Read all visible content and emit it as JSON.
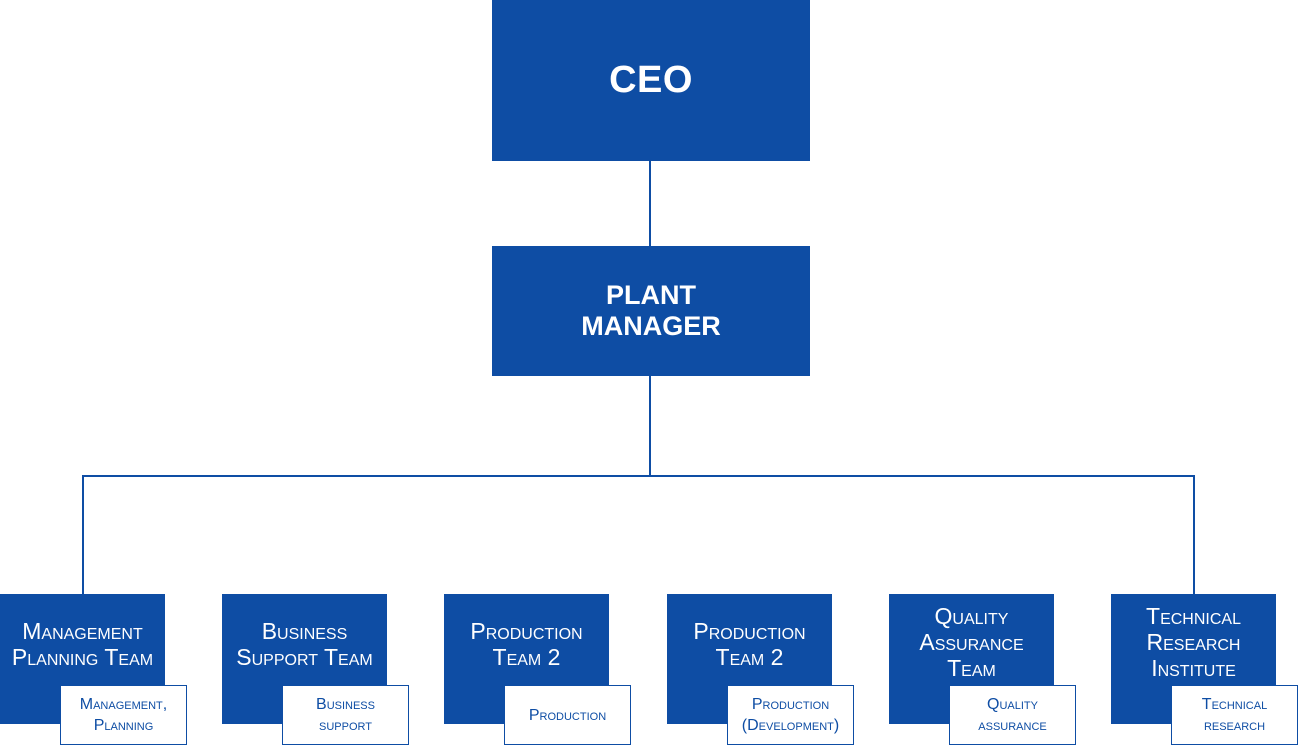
{
  "colors": {
    "primary": "#0e4da4",
    "background": "#ffffff",
    "text_on_primary": "#ffffff"
  },
  "ceo": {
    "title": "CEO"
  },
  "plant_manager": {
    "title": "PLANT\nMANAGER"
  },
  "teams": [
    {
      "title": "Management\nPlanning Team",
      "sub": "Management,\nPlanning"
    },
    {
      "title": "Business\nSupport Team",
      "sub": "Business\nsupport"
    },
    {
      "title": "Production\nTeam 2",
      "sub": "Production"
    },
    {
      "title": "Production\nTeam 2",
      "sub": "Production\n(Development)"
    },
    {
      "title": "Quality\nAssurance\nTeam",
      "sub": "Quality\nassurance"
    },
    {
      "title": "Technical\nResearch\nInstitute",
      "sub": "Technical\nresearch"
    }
  ]
}
